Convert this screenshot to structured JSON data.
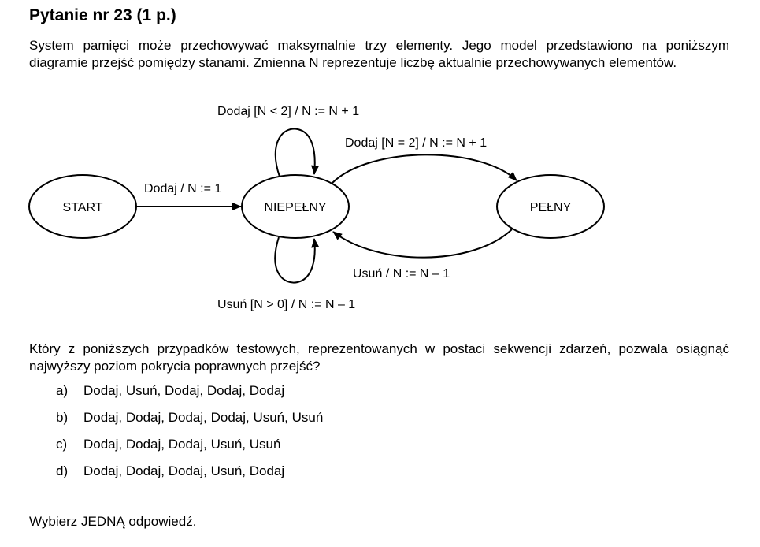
{
  "question": {
    "title": "Pytanie nr 23 (1 p.)",
    "intro": "System pamięci może przechowywać maksymalnie trzy elementy. Jego model przedstawiono na poniższym diagramie przejść pomiędzy stanami. Zmienna N reprezentuje liczbę aktualnie przechowywanych elementów.",
    "prompt": "Który z poniższych przypadków testowych, reprezentowanych w postaci sekwencji zdarzeń, pozwala osiągnąć najwyższy poziom pokrycia poprawnych przejść?",
    "instruction": "Wybierz JEDNĄ odpowiedź."
  },
  "diagram": {
    "states": {
      "start": "START",
      "niepelny": "NIEPEŁNY",
      "pelny": "PEŁNY"
    },
    "transitions": {
      "start_to_niepelny": "Dodaj / N := 1",
      "niepelny_self_add": "Dodaj [N < 2] / N := N + 1",
      "niepelny_to_pelny": "Dodaj [N = 2] / N := N + 1",
      "pelny_to_niepelny": "Usuń / N := N – 1",
      "niepelny_self_remove": "Usuń [N > 0] / N := N – 1"
    }
  },
  "options": [
    {
      "letter": "a)",
      "text": "Dodaj, Usuń, Dodaj, Dodaj, Dodaj"
    },
    {
      "letter": "b)",
      "text": "Dodaj, Dodaj, Dodaj, Dodaj, Usuń, Usuń"
    },
    {
      "letter": "c)",
      "text": "Dodaj, Dodaj, Dodaj, Usuń, Usuń"
    },
    {
      "letter": "d)",
      "text": "Dodaj, Dodaj, Dodaj, Usuń, Dodaj"
    }
  ]
}
